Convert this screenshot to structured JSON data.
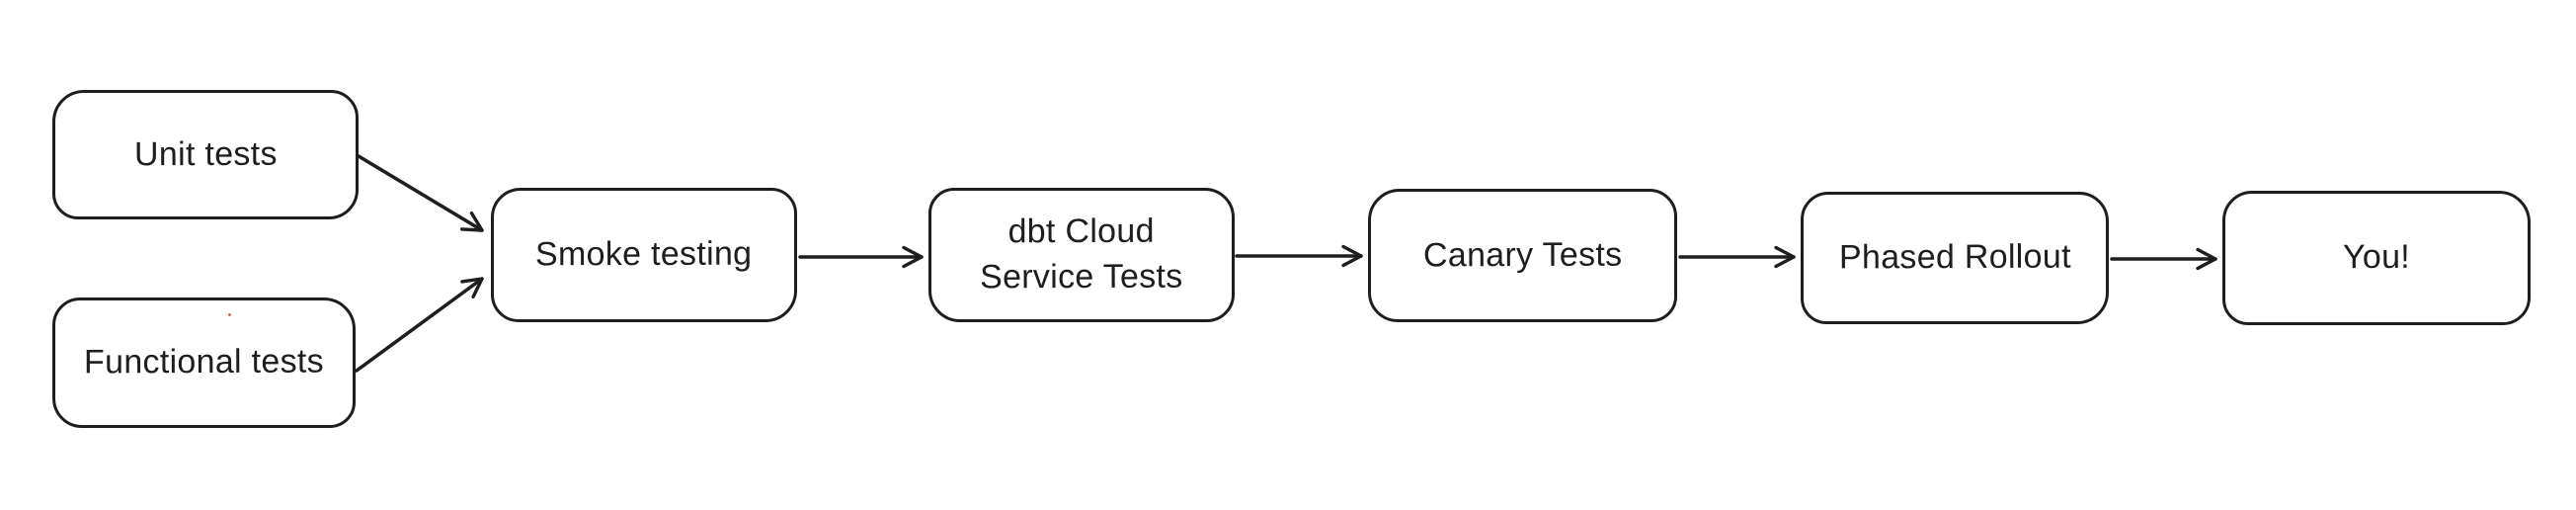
{
  "diagram": {
    "background_color": "#ffffff",
    "stroke_color": "#1e1e1e",
    "text_color": "#1e1e1e",
    "nodes": [
      {
        "id": "unit-tests",
        "label": "Unit tests"
      },
      {
        "id": "functional-tests",
        "label": "Functional tests"
      },
      {
        "id": "smoke-testing",
        "label": "Smoke testing"
      },
      {
        "id": "dbt-cloud-service-tests",
        "label": "dbt Cloud\nService Tests"
      },
      {
        "id": "canary-tests",
        "label": "Canary Tests"
      },
      {
        "id": "phased-rollout",
        "label": "Phased Rollout"
      },
      {
        "id": "you",
        "label": "You!"
      }
    ],
    "edges": [
      {
        "from": "unit-tests",
        "to": "smoke-testing"
      },
      {
        "from": "functional-tests",
        "to": "smoke-testing"
      },
      {
        "from": "smoke-testing",
        "to": "dbt-cloud-service-tests"
      },
      {
        "from": "dbt-cloud-service-tests",
        "to": "canary-tests"
      },
      {
        "from": "canary-tests",
        "to": "phased-rollout"
      },
      {
        "from": "phased-rollout",
        "to": "you"
      }
    ],
    "artifact_dot_color": "#e0605e"
  }
}
